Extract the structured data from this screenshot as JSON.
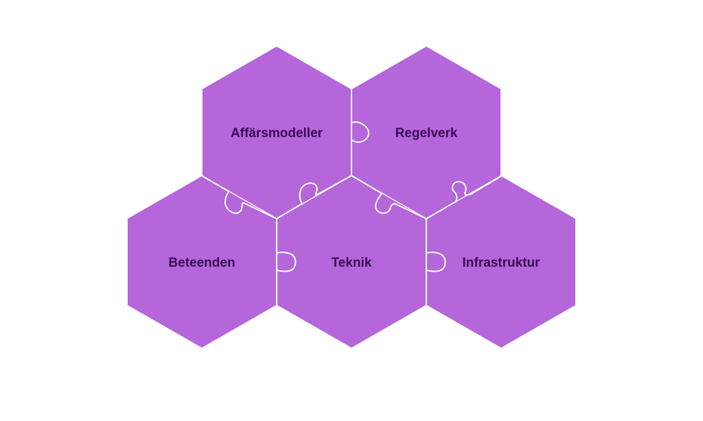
{
  "colors": {
    "fill": "#b466da",
    "seam": "#ffffff",
    "text": "#3a0a55"
  },
  "tiles": [
    {
      "id": "affarsmodeller",
      "label": "Affärsmodeller"
    },
    {
      "id": "regelverk",
      "label": "Regelverk"
    },
    {
      "id": "beteenden",
      "label": "Beteenden"
    },
    {
      "id": "teknik",
      "label": "Teknik"
    },
    {
      "id": "infrastruktur",
      "label": "Infrastruktur"
    }
  ]
}
